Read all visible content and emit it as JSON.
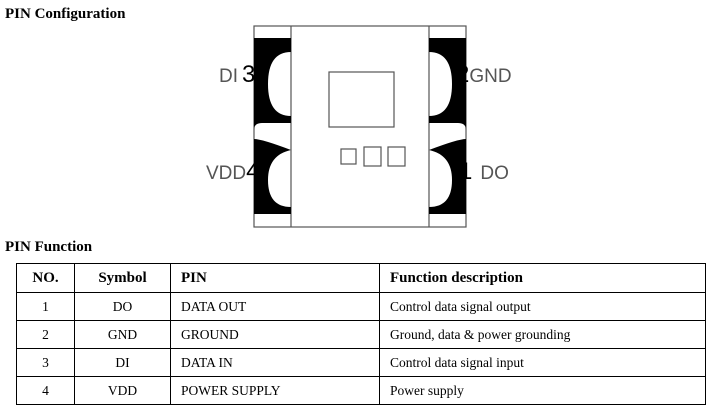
{
  "headings": {
    "config": "PIN  Configuration",
    "function": "PIN Function"
  },
  "pins": {
    "p3": {
      "name": "DI",
      "num": "3"
    },
    "p4": {
      "name": "VDD",
      "num": "4"
    },
    "p2": {
      "num": "2",
      "name": "GND"
    },
    "p1": {
      "num": "1",
      "name": "DO"
    }
  },
  "table": {
    "headers": [
      "NO.",
      "Symbol",
      "PIN",
      "Function description"
    ],
    "rows": [
      [
        "1",
        "DO",
        "DATA OUT",
        "Control data signal output"
      ],
      [
        "2",
        "GND",
        "GROUND",
        "Ground, data & power grounding"
      ],
      [
        "3",
        "DI",
        "DATA IN",
        "Control data signal input"
      ],
      [
        "4",
        "VDD",
        "POWER SUPPLY",
        "Power supply"
      ]
    ]
  }
}
